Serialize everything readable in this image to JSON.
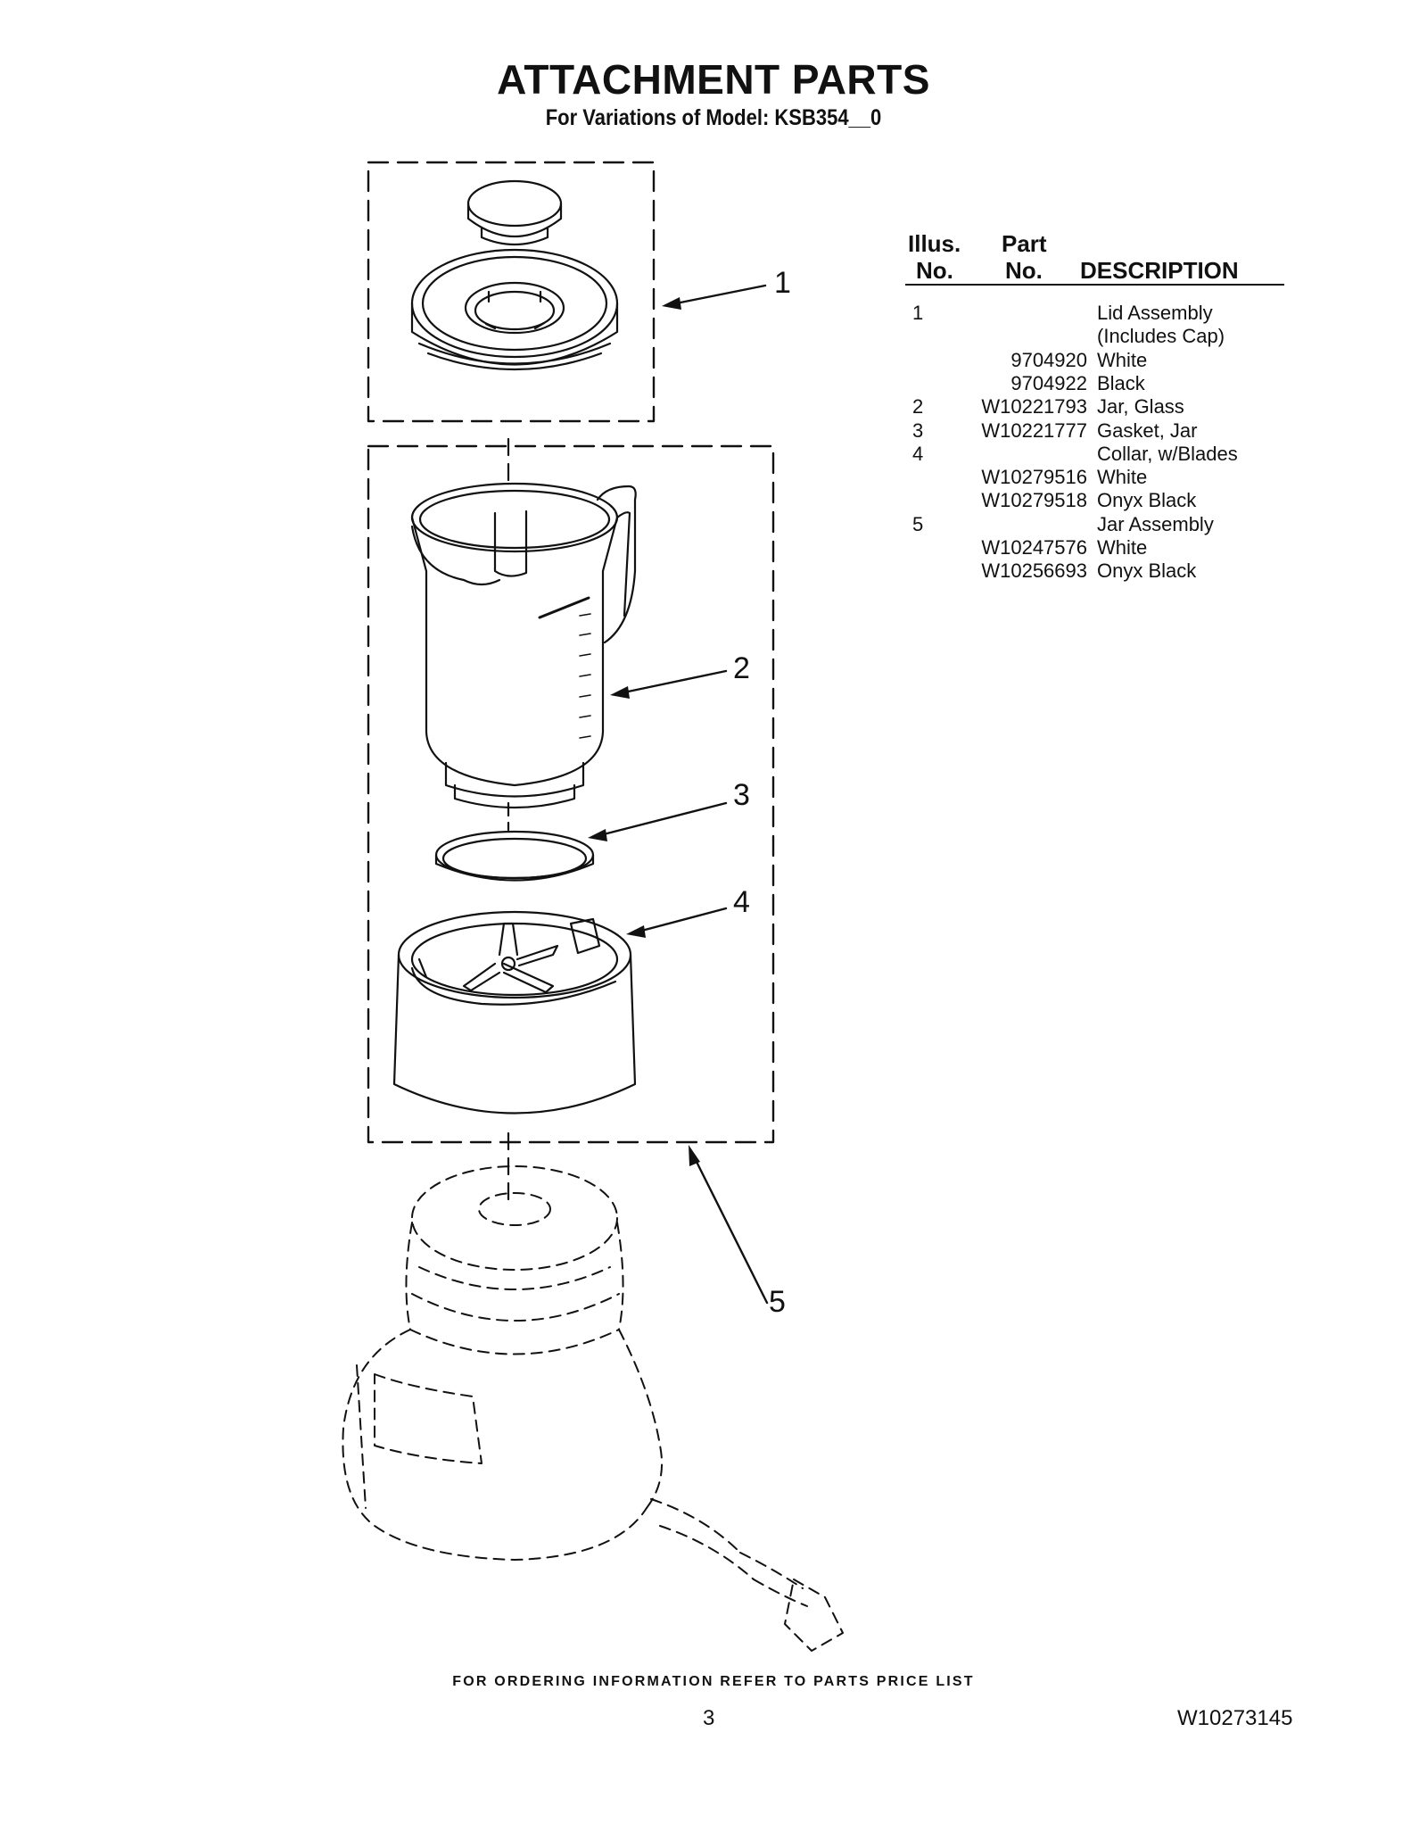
{
  "header": {
    "title": "ATTACHMENT PARTS",
    "subtitle": "For Variations of Model: KSB354__0"
  },
  "callouts": [
    "1",
    "2",
    "3",
    "4",
    "5"
  ],
  "table": {
    "headers": {
      "illus_line1": "Illus.",
      "illus_line2": "No.",
      "part_line1": "Part",
      "part_line2": "No.",
      "description": "DESCRIPTION"
    },
    "rows": [
      {
        "illus": "1",
        "part": "",
        "desc": "Lid Assembly"
      },
      {
        "illus": "",
        "part": "",
        "desc": "(Includes Cap)"
      },
      {
        "illus": "",
        "part": "9704920",
        "desc": "White"
      },
      {
        "illus": "",
        "part": "9704922",
        "desc": "Black"
      },
      {
        "illus": "2",
        "part": "W10221793",
        "desc": "Jar, Glass"
      },
      {
        "illus": "3",
        "part": "W10221777",
        "desc": "Gasket, Jar"
      },
      {
        "illus": "4",
        "part": "",
        "desc": "Collar, w/Blades"
      },
      {
        "illus": "",
        "part": "W10279516",
        "desc": "White"
      },
      {
        "illus": "",
        "part": "W10279518",
        "desc": "Onyx Black"
      },
      {
        "illus": "5",
        "part": "",
        "desc": "Jar Assembly"
      },
      {
        "illus": "",
        "part": "W10247576",
        "desc": "White"
      },
      {
        "illus": "",
        "part": "W10256693",
        "desc": "Onyx Black"
      }
    ]
  },
  "footer": {
    "ordering_note": "FOR ORDERING INFORMATION REFER TO PARTS PRICE LIST",
    "page_number": "3",
    "document_number": "W10273145"
  }
}
